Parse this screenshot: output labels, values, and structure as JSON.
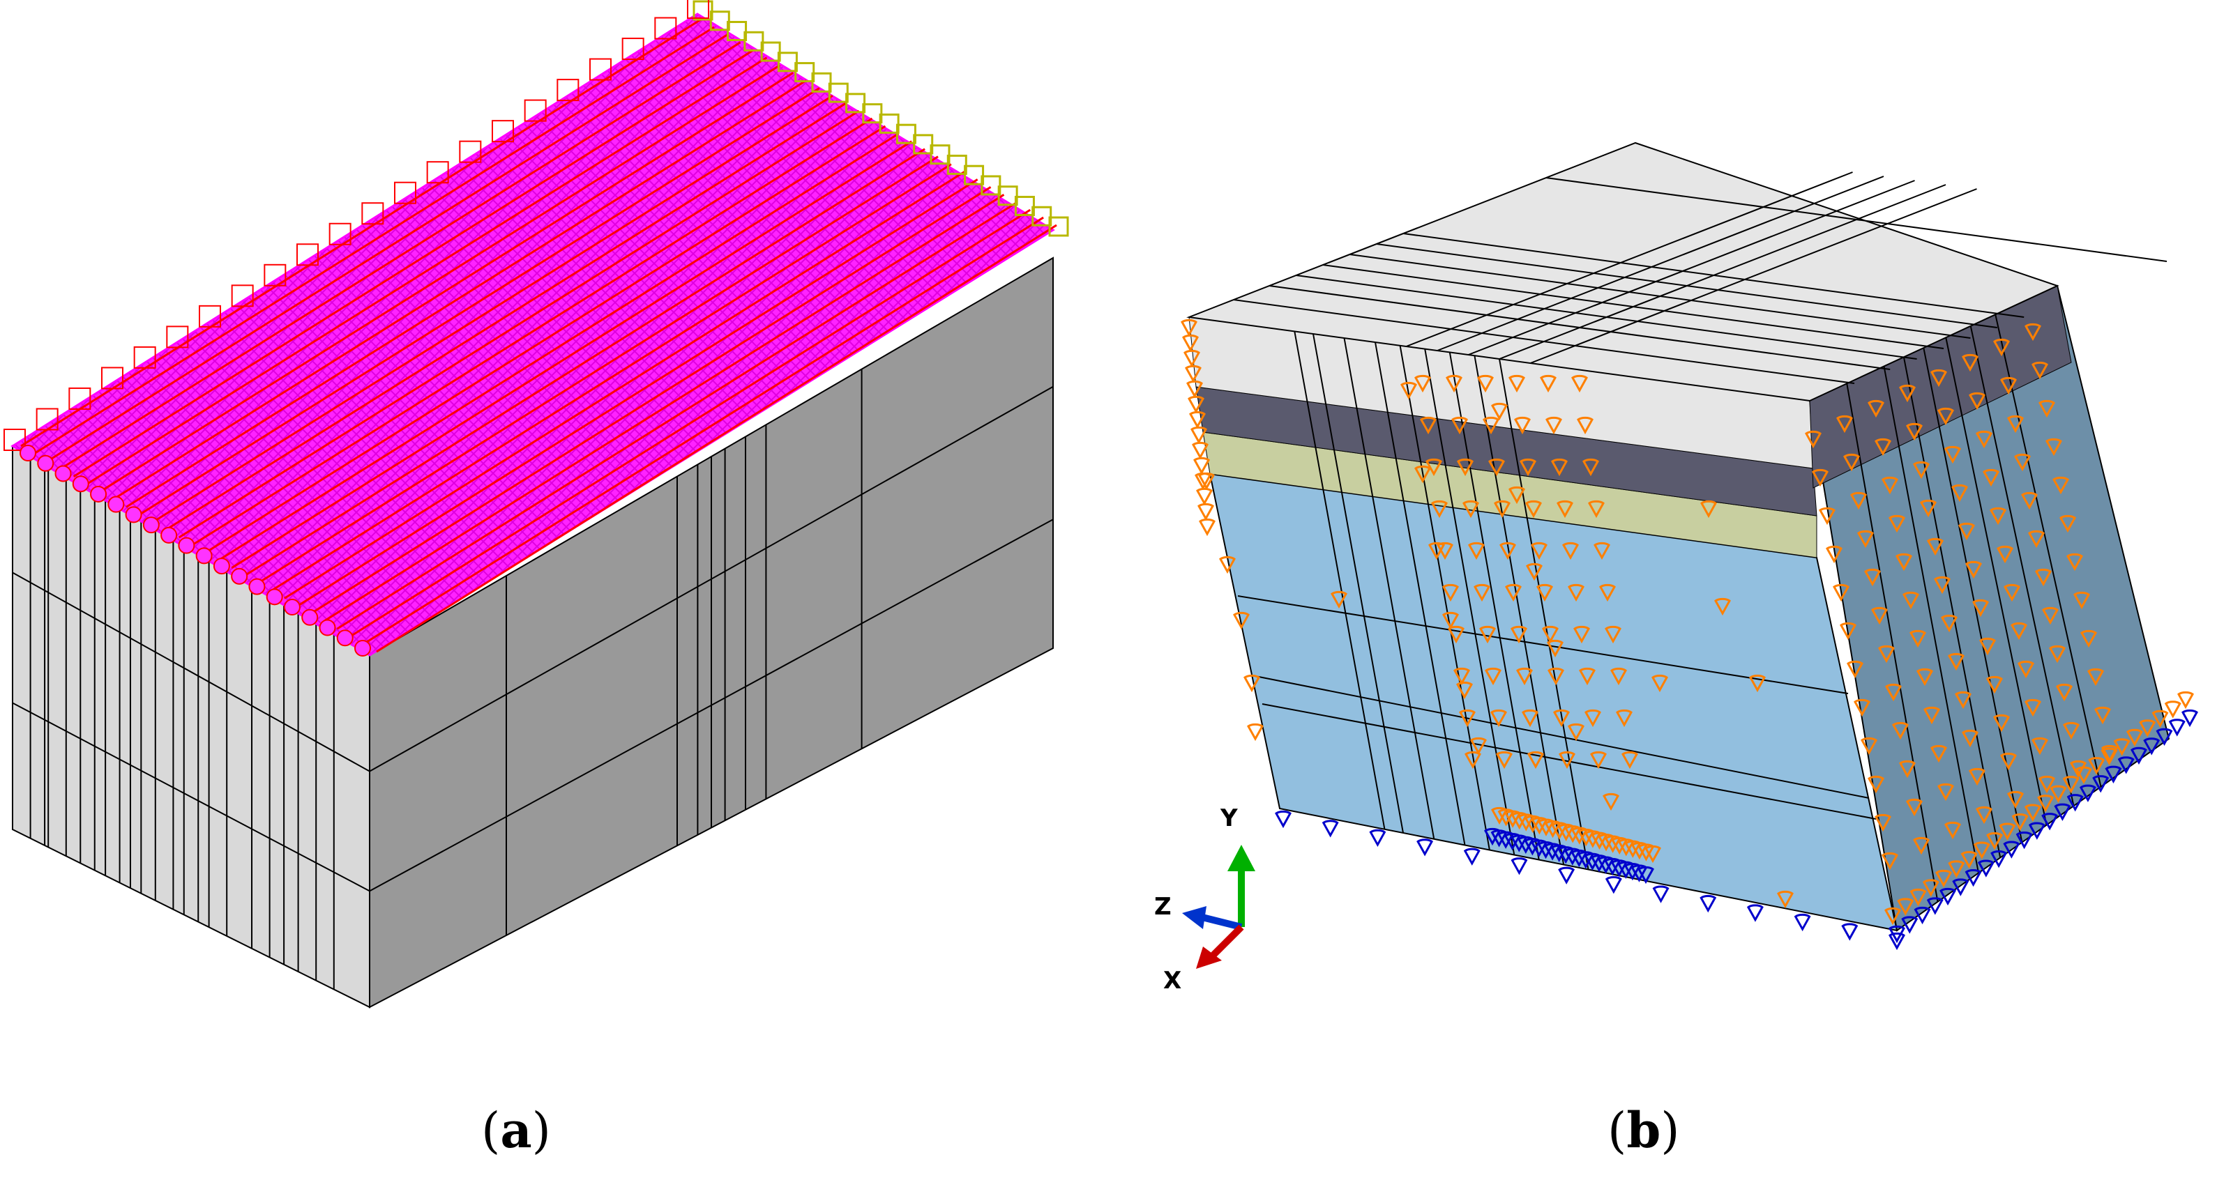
{
  "panels": [
    {
      "id": "a",
      "caption_letter": "a"
    },
    {
      "id": "b",
      "caption_letter": "b"
    }
  ],
  "triad": {
    "y_label": "Y",
    "z_label": "Z",
    "x_label": "X"
  },
  "colors": {
    "top_face_mesh": "#ff00ff",
    "load_lines": "#ff0000",
    "load_symbols_alt": "#b8b800",
    "side_face_light": "#d9d9d9",
    "side_face_dark": "#999999",
    "top_face_b": "#e6e6e6",
    "dark_layer": "#5a5a6e",
    "grey_layer": "#8a8a9a",
    "olive_layer": "#c8cfa0",
    "soil_front": "#92bfdf",
    "soil_side": "#6d8fa8",
    "bc_orange": "#ff8000",
    "bc_blue": "#0000cc",
    "axis_y": "#00b000",
    "axis_z": "#0033cc",
    "axis_x": "#cc0000"
  }
}
